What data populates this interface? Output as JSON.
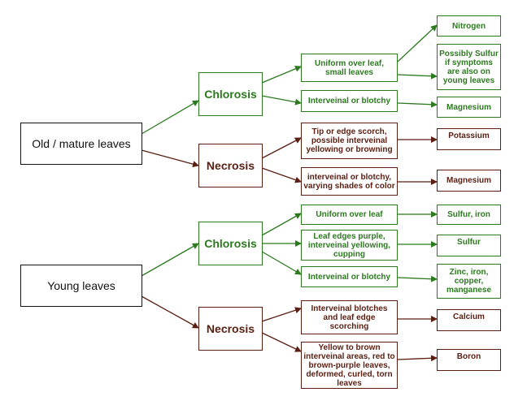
{
  "roots": {
    "old": "Old  / mature leaves",
    "young": "Young leaves"
  },
  "old": {
    "chlorosis": {
      "label": "Chlorosis",
      "uniform": "Uniform over leaf, small leaves",
      "interveinal": "Interveinal or blotchy",
      "nitrogen": "Nitrogen",
      "sulfur_possible": "Possibly Sulfur if symptoms are also on young leaves",
      "magnesium": "Magnesium"
    },
    "necrosis": {
      "label": "Necrosis",
      "tip_scorch": "Tip or edge scorch, possible interveinal yellowing or browning",
      "interveinal_colors": "interveinal or blotchy, varying shades of color",
      "potassium": "Potassium",
      "magnesium": "Magnesium"
    }
  },
  "young": {
    "chlorosis": {
      "label": "Chlorosis",
      "uniform": "Uniform over leaf",
      "purple_edges": "Leaf edges purple, interveinal yellowing, cupping",
      "interveinal": "Interveinal or blotchy",
      "sulfur_iron": "Sulfur, iron",
      "sulfur": "Sulfur",
      "zinc_iron": "Zinc, iron, copper, manganese"
    },
    "necrosis": {
      "label": "Necrosis",
      "blotches": "Interveinal blotches and leaf edge scorching",
      "yellow_brown": "Yellow to brown interveinal areas, red to brown-purple leaves, deformed, curled, torn leaves",
      "calcium": "Calcium",
      "boron": "Boron"
    }
  },
  "colors": {
    "chlorosis": "#2b7a1e",
    "necrosis": "#5a1e12",
    "root": "#111111"
  }
}
